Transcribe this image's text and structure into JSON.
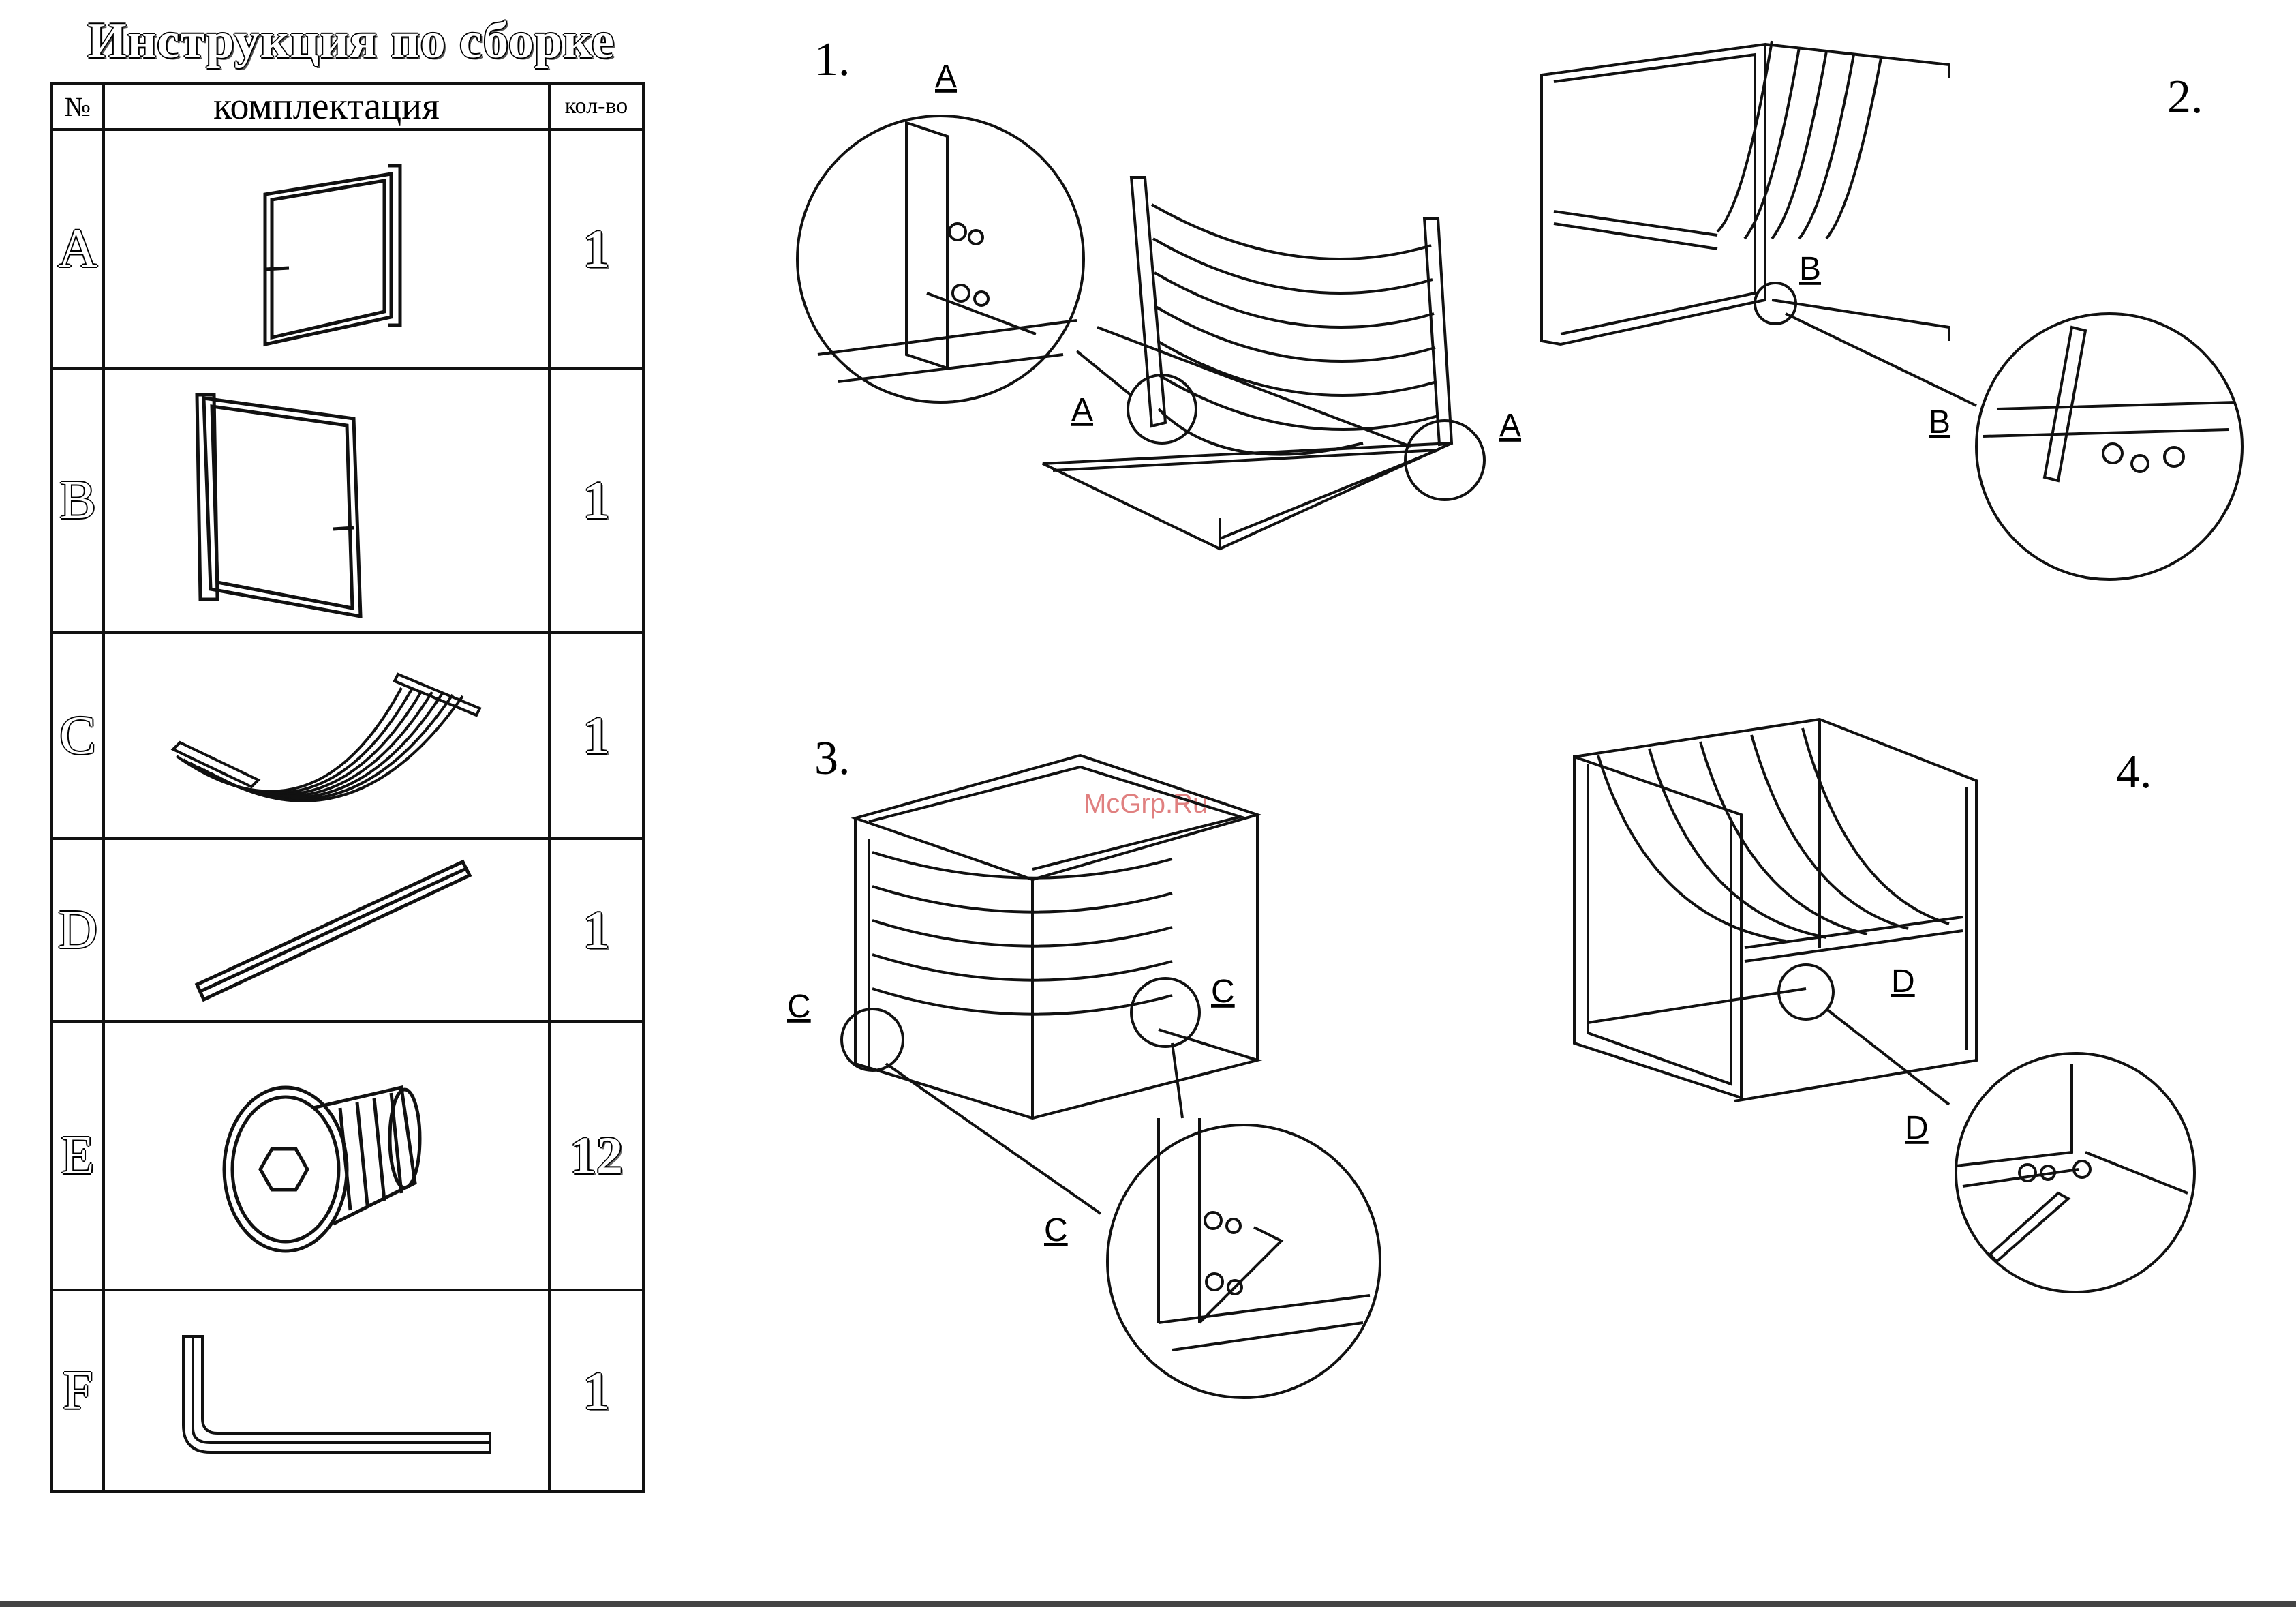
{
  "title": "Инструкция по сборке",
  "table": {
    "headers": {
      "num": "№",
      "kit": "комплектация",
      "qty": "кол-во"
    },
    "rows": [
      {
        "id": "A",
        "qty": "1"
      },
      {
        "id": "B",
        "qty": "1"
      },
      {
        "id": "C",
        "qty": "1"
      },
      {
        "id": "D",
        "qty": "1"
      },
      {
        "id": "E",
        "qty": "12"
      },
      {
        "id": "F",
        "qty": "1"
      }
    ]
  },
  "steps": [
    {
      "number": "1.",
      "labels": [
        "A",
        "A",
        "A"
      ]
    },
    {
      "number": "2.",
      "labels": [
        "B",
        "B"
      ]
    },
    {
      "number": "3.",
      "labels": [
        "C",
        "C",
        "C"
      ]
    },
    {
      "number": "4.",
      "labels": [
        "D",
        "D"
      ]
    }
  ],
  "watermark": "McGrp.Ru"
}
